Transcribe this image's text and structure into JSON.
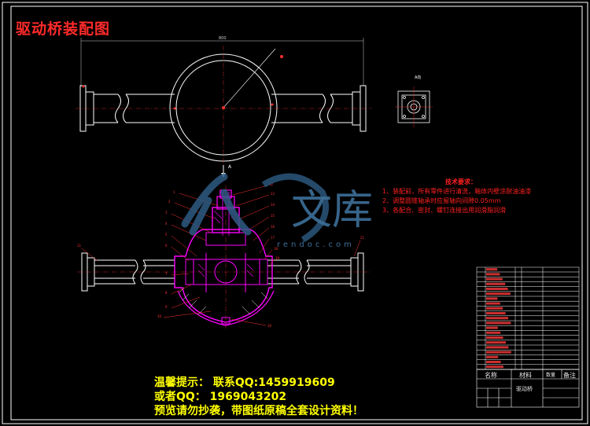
{
  "drawing": {
    "title": "驱动桥装配图",
    "view_label": "A向",
    "section_mark": "A"
  },
  "tech_requirements": {
    "heading": "技术要求：",
    "items": [
      "1、装配前，所有零件进行清洗，箱体内壁涂耐油油漆",
      "2、调整圆锥轴承时应留轴向间隙0.05mm",
      "3、各配合、密封、螺钉连接出用润滑脂润滑"
    ]
  },
  "notice": {
    "line1": "温馨提示： 联系QQ:1459919609",
    "line2": "或者QQ： 1969043202",
    "line3": "预览请勿抄袭，带图纸原稿全套设计资料！"
  },
  "watermark": {
    "text": "文库",
    "url": "rendoc.com"
  },
  "title_block": {
    "name_header": "名称",
    "material_header": "材料",
    "qty_header": "数量",
    "remark_header": "备注",
    "part_name": "驱动桥"
  },
  "colors": {
    "background": "#000000",
    "outline": "#ffffff",
    "section": "#ff00ff",
    "callout": "#ff3030",
    "notice": "#ffff00"
  }
}
